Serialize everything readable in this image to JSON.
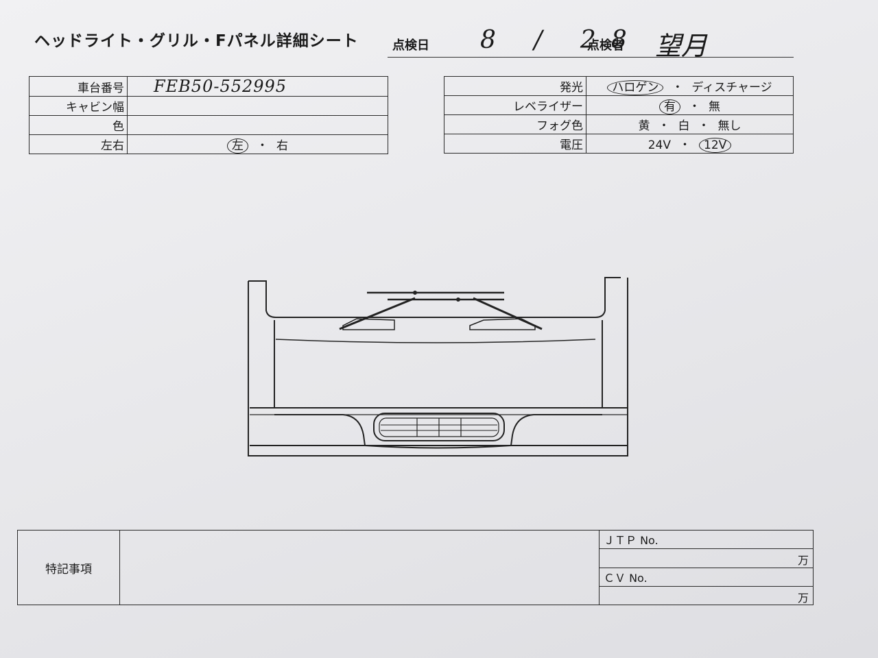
{
  "header": {
    "title": "ヘッドライト・グリル・Fパネル詳細シート",
    "date_label": "点検日",
    "date_value": "8 / 28",
    "inspector_label": "点検者",
    "inspector_value": "望月"
  },
  "left_table": {
    "chassis_label": "車台番号",
    "chassis_value": "FEB50-552995",
    "cabin_label": "キャビン幅",
    "cabin_value": "",
    "color_label": "色",
    "color_value": "",
    "side_label": "左右",
    "side_opt1": "左",
    "side_opt2": "右",
    "dot": "・"
  },
  "right_table": {
    "light_label": "発光",
    "light_opt1": "ハロゲン",
    "light_opt2": "ディスチャージ",
    "leveler_label": "レベライザー",
    "leveler_opt1": "有",
    "leveler_opt2": "無",
    "fog_label": "フォグ色",
    "fog_opt1": "黄",
    "fog_opt2": "白",
    "fog_opt3": "無し",
    "voltage_label": "電圧",
    "voltage_opt1": "24V",
    "voltage_opt2": "12V",
    "dot": "・"
  },
  "notes": {
    "label": "特記事項",
    "jtp_label": "ＪＴＰ No.",
    "jtp_unit": "万",
    "cv_label": "ＣＶ No.",
    "cv_unit": "万"
  },
  "colors": {
    "ink": "#1a1a1a",
    "paper": "#ececef",
    "line": "#2a2a2a"
  }
}
